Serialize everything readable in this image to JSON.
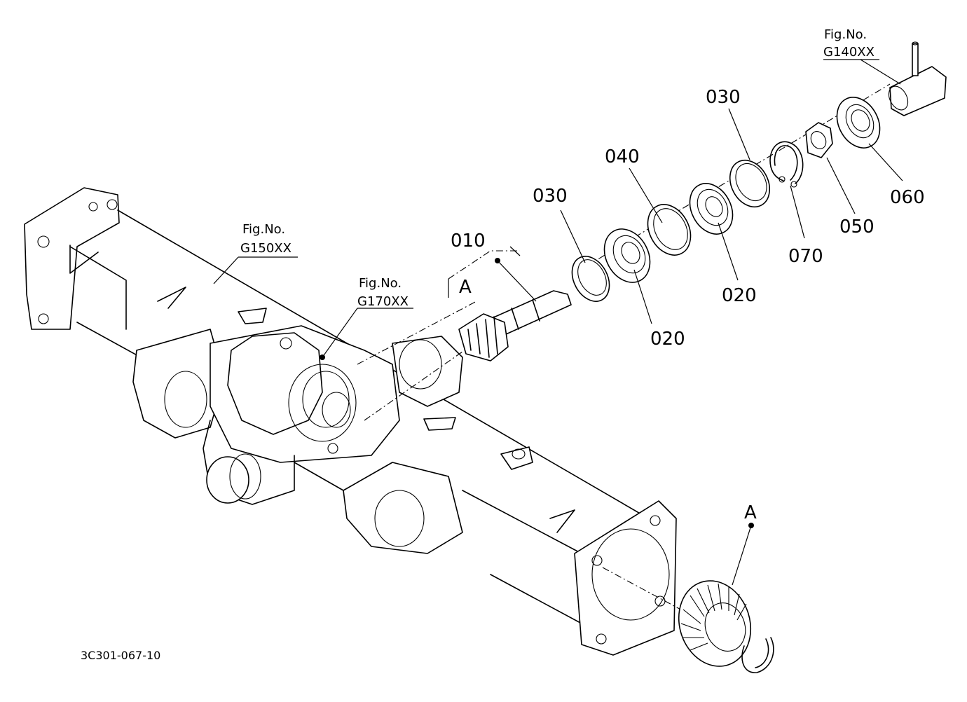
{
  "callouts": {
    "p010": "010",
    "p020a": "020",
    "p020b": "020",
    "p030a": "030",
    "p030b": "030",
    "p040": "040",
    "p050": "050",
    "p060": "060",
    "p070": "070",
    "markA_top": "A",
    "markA_bottom": "A"
  },
  "refs": {
    "g150_fig": "Fig.No.",
    "g150_no": "G150XX",
    "g170_fig": "Fig.No.",
    "g170_no": "G170XX",
    "g140_fig": "Fig.No.",
    "g140_no": "G140XX"
  },
  "drawing_number": "3C301-067-10"
}
